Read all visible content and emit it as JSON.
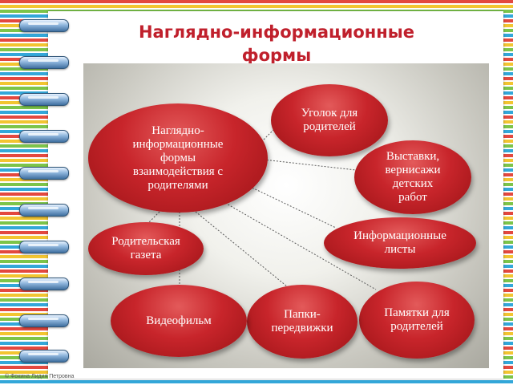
{
  "slide": {
    "title": "Наглядно-информационные\nформы",
    "footer": "© Фокина Лидия Петровна"
  },
  "diagram": {
    "center": "Наглядно-\nинформационные\nформы\nвзаимодействия с\nродителями",
    "nodes": [
      "Уголок для\nродителей",
      "Выставки,\nвернисажи\nдетских\nработ",
      "Информационные\nлисты",
      "Памятки для\nродителей",
      "Папки-\nпередвижки",
      "Видеофильм",
      "Родительская\nгазета"
    ]
  },
  "colors": {
    "title": "#c0202c",
    "node": "#c8252b"
  }
}
